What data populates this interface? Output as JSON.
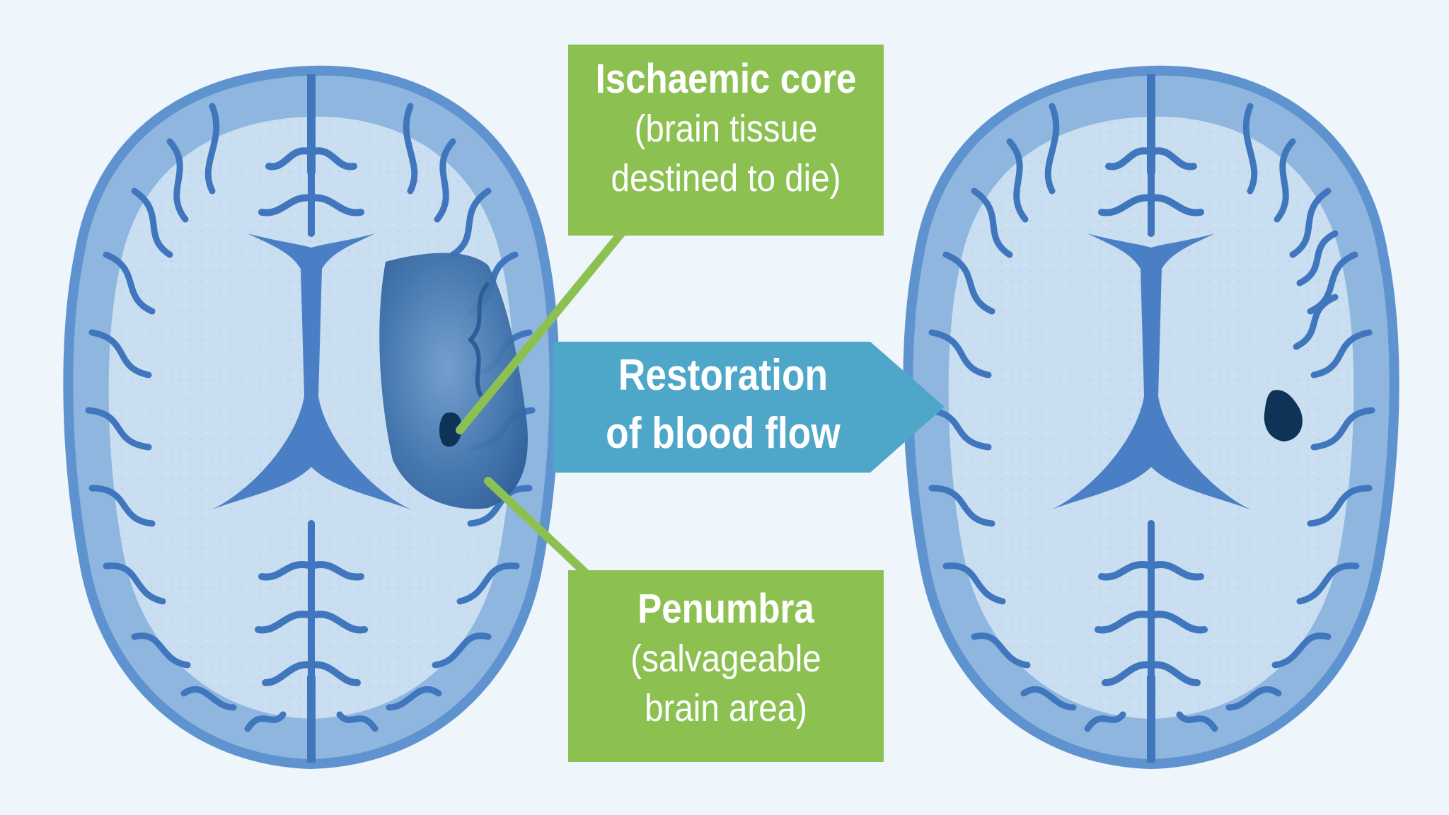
{
  "core_label": {
    "title": "Ischaemic core",
    "line1": "(brain tissue",
    "line2": "destined to die)"
  },
  "arrow_label": {
    "line1": "Restoration",
    "line2": "of blood flow"
  },
  "penumbra_label": {
    "title": "Penumbra",
    "line1": "(salvageable",
    "line2": "brain area)"
  },
  "colors": {
    "background": "#eef5fb",
    "white_matter": "#c7dcef",
    "cortex": "#8fb6df",
    "cortex_edge": "#5f93cf",
    "sulci": "#3f76bd",
    "ventricles": "#4a7fc6",
    "ischaemic_core": "#0f3357",
    "penumbra": "#3b6ea8",
    "label_green": "#8cc152",
    "arrow_blue": "#4ea7c8",
    "text": "#ffffff"
  }
}
